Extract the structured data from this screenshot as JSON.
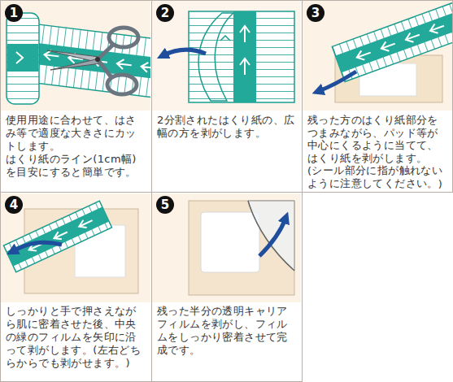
{
  "diagram": {
    "nodes": [
      {
        "text": [
          "1",
          "使用用途に合わせて、はさみ等で適度な大きさにカットします。",
          "はくり紙のライン(1cm幅)を目安にすると簡単です。"
        ]
      },
      {
        "text": [
          "2",
          "2分割されたはくり紙の、広幅の方を剥がします。"
        ]
      },
      {
        "text": [
          "3",
          "残った方のはくり紙部分をつまみながら、パッド等が中心にくるように当てて、はくり紙を剥がします。",
          "(シール部分に指が触れないように注意してください。)"
        ]
      },
      {
        "text": [
          "4",
          "しっかりと手で押さえながら肌に密着させた後、中央の緑のフィルムを矢印に沿って剥がします。(左右どちらからでも剥がせます。)"
        ]
      },
      {
        "text": [
          "5",
          "残った半分の透明キャリアフィルムを剥がし、フィルムをしっかり密着させて完成です。"
        ]
      }
    ]
  }
}
